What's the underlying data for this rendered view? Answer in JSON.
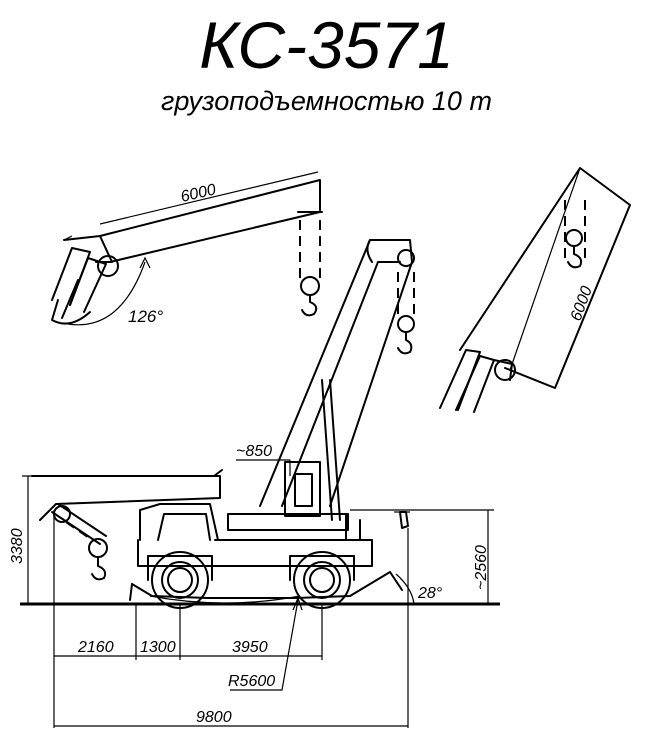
{
  "header": {
    "title": "КС-3571",
    "subtitle": "грузоподъемностью 10 т"
  },
  "dimensions": {
    "boom_length_left": "6000",
    "boom_length_right": "6000",
    "boom_angle": "126°",
    "offset_850": "~850",
    "height_3380": "3380",
    "height_2560": "~2560",
    "angle_28": "28°",
    "dim_2160": "2160",
    "dim_1300": "1300",
    "dim_3950": "3950",
    "radius": "R5600",
    "overall_length": "9800"
  },
  "colors": {
    "line": "#000000",
    "background": "#ffffff"
  }
}
